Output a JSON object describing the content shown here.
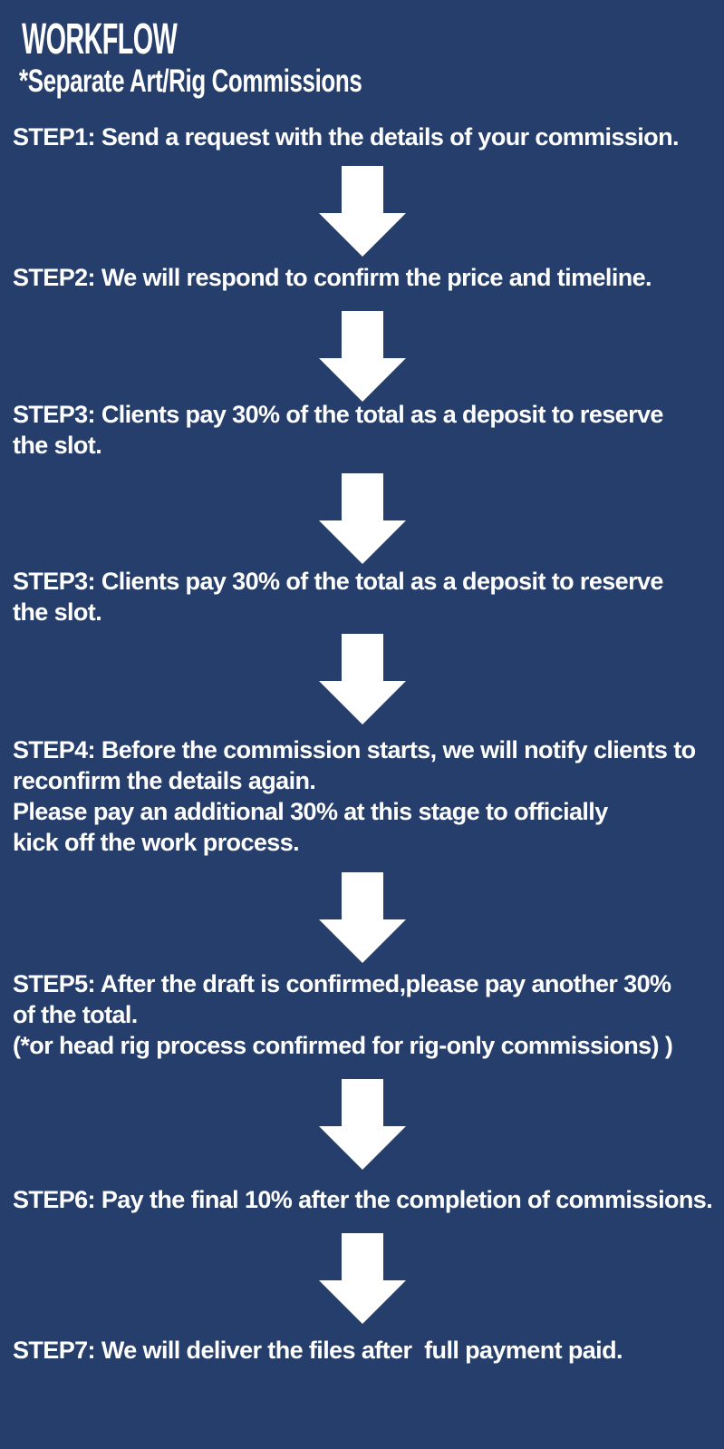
{
  "colors": {
    "background": "#263e6b",
    "text": "#ffffff",
    "arrow": "#ffffff"
  },
  "header": {
    "title": "WORKFLOW",
    "subtitle": "*Separate Art/Rig Commissions"
  },
  "steps": [
    {
      "id": "step-1",
      "lines": [
        "STEP1: Send a request with the details of your commission."
      ]
    },
    {
      "id": "step-2",
      "lines": [
        "STEP2: We will respond to confirm the price and timeline."
      ]
    },
    {
      "id": "step-3",
      "lines": [
        "STEP3: Clients pay 30% of the total as a deposit to reserve",
        "the slot."
      ]
    },
    {
      "id": "step-3-duplicate",
      "lines": [
        "STEP3: Clients pay 30% of the total as a deposit to reserve",
        "the slot."
      ]
    },
    {
      "id": "step-4",
      "lines": [
        "STEP4: Before the commission starts, we will notify clients to",
        "reconfirm the details again.",
        "Please pay an additional 30% at this stage to officially",
        "kick off the work process."
      ]
    },
    {
      "id": "step-5",
      "lines": [
        "STEP5: After the draft is confirmed,please pay another 30%",
        "of the total.",
        "(*or head rig process confirmed for rig-only commissions) )"
      ]
    },
    {
      "id": "step-6",
      "lines": [
        "STEP6: Pay the final 10% after the completion of commissions."
      ]
    },
    {
      "id": "step-7",
      "lines": [
        "STEP7: We will deliver the files after  full payment paid."
      ]
    }
  ],
  "icons": {
    "arrow": "down-arrow"
  }
}
